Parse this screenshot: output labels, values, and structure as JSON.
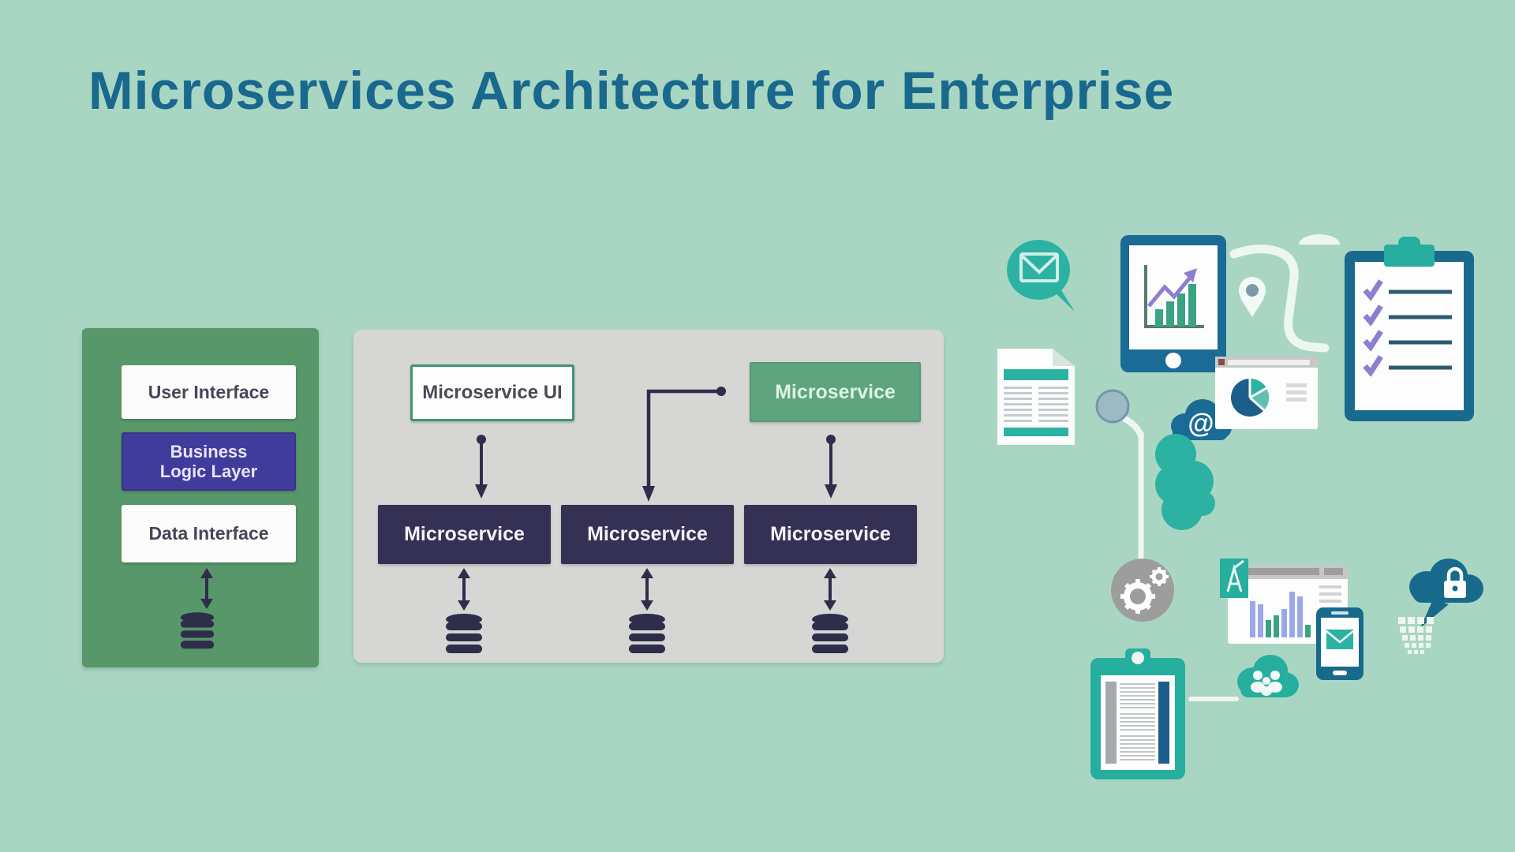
{
  "title": "Microservices Architecture for Enterprise",
  "palette": {
    "background": "#a9d6c2",
    "title_text": "#19688d",
    "monolith_panel_green": "#579769",
    "services_panel_gray": "#d6d6d4",
    "service_navy": "#343154",
    "business_logic_indigo": "#403c9c",
    "microservice_green": "#5ea47e",
    "teal_accent": "#2cb2a2",
    "dark_blue_accent": "#1a6b95",
    "purple_accent": "#8d7fd0",
    "periwinkle_accent": "#9aa8e8"
  },
  "left_panel": {
    "layers": [
      {
        "label": "User Interface",
        "variant": "white"
      },
      {
        "label": "Business Logic Layer",
        "variant": "indigo"
      },
      {
        "label": "Data Interface",
        "variant": "white"
      }
    ],
    "database_icon": "database-cylinder"
  },
  "middle_panel": {
    "ui_box": {
      "label": "Microservice UI"
    },
    "green_box": {
      "label": "Microservice"
    },
    "services": [
      {
        "label": "Microservice"
      },
      {
        "label": "Microservice"
      },
      {
        "label": "Microservice"
      }
    ],
    "database_icon": "database-cylinder"
  },
  "illustration": {
    "at_symbol": "@",
    "icons": [
      "chat-mail-icon",
      "tablet-analytics-icon",
      "route-icon",
      "location-pin-icon",
      "umbrella-icon",
      "clipboard-checklist-icon",
      "document-icon",
      "magnifier-icon",
      "cloud-at-icon",
      "pie-browser-icon",
      "blob-icon",
      "gears-icon",
      "bar-chart-browser-icon",
      "phone-mail-icon",
      "cloud-lock-icon",
      "basket-icon",
      "team-cloud-icon",
      "spreadsheet-tablet-icon",
      "connector-line"
    ]
  }
}
